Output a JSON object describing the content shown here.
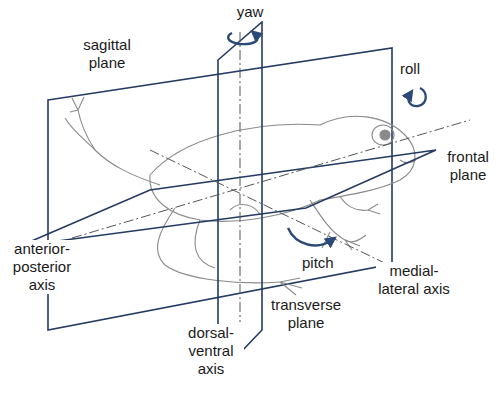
{
  "diagram": {
    "labels": [
      "yaw",
      "sagittal plane",
      "roll",
      "frontal plane",
      "anterior-posterior axis",
      "pitch",
      "medial-lateral axis",
      "transverse plane",
      "dorsal-ventral axis"
    ]
  }
}
